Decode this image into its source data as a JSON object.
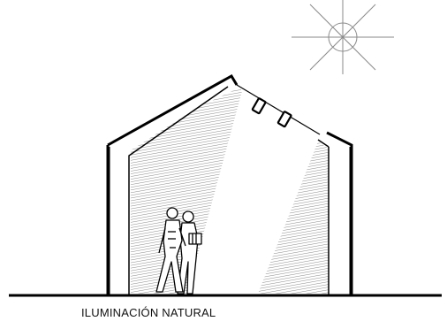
{
  "caption": "ILUMINACIÓN NATURAL",
  "colors": {
    "ink": "#000000",
    "paper": "#ffffff",
    "sun": "#888888",
    "hatch": "#444444"
  },
  "elements": {
    "sun": "sun-icon",
    "skylights": [
      "skylight",
      "skylight"
    ],
    "figures": [
      "person",
      "person"
    ]
  }
}
